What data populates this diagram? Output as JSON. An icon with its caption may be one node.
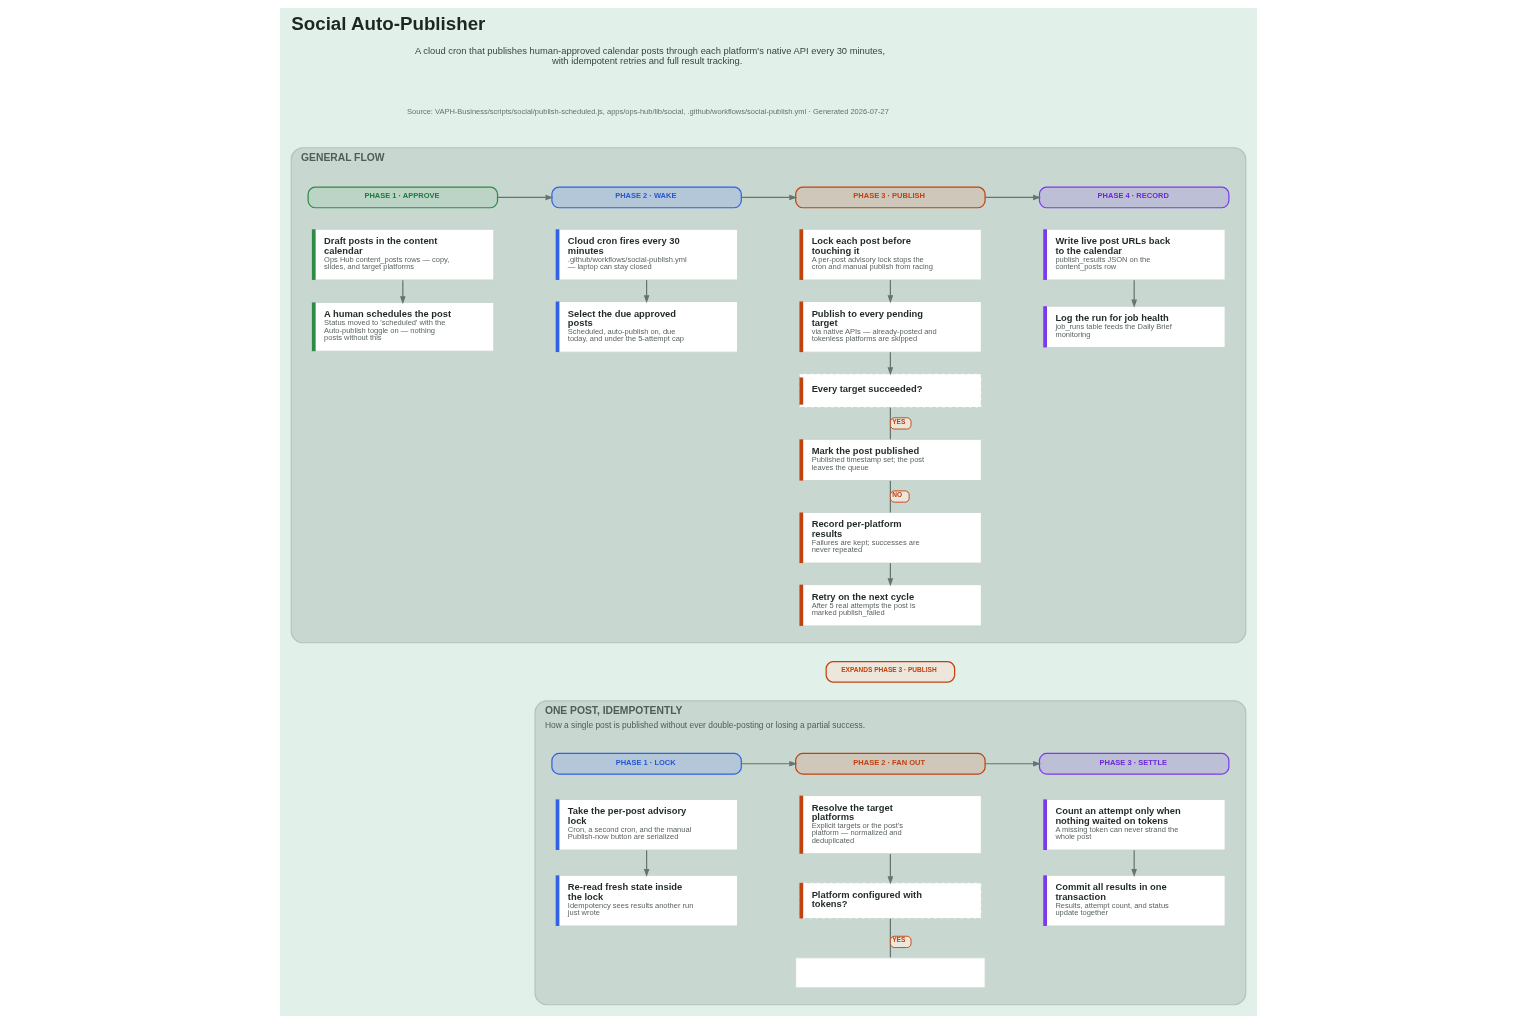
{
  "diagram": {
    "title": "Social Auto-Publisher",
    "nodes": [
      {
        "text": [
          "GENERAL FLOW"
        ]
      },
      {
        "text": [
          "PHASE 1 · APPROVE"
        ],
        "in": 0
      },
      {
        "text": [
          "PHASE 2 · WAKE"
        ],
        "in": 0
      },
      {
        "text": [
          "PHASE 3 · PUBLISH"
        ],
        "in": 0
      },
      {
        "text": [
          "PHASE 4 · RECORD"
        ],
        "in": 0
      },
      {
        "text": [
          "Draft posts in the content calendar",
          "Ops Hub content_posts rows — copy, slides, and target platforms"
        ],
        "in": 0
      },
      {
        "text": [
          "A human schedules the post",
          "Status moved to 'scheduled' with the Auto-publish toggle on — nothing posts without this"
        ],
        "in": 0
      },
      {
        "text": [
          "Cloud cron fires every 30 minutes",
          ".github/workflows/social-publish.yml — laptop can stay closed"
        ],
        "in": 0
      },
      {
        "text": [
          "Select the due approved posts",
          "Scheduled, auto-publish on, due today, and under the 5-attempt cap"
        ],
        "in": 0
      },
      {
        "text": [
          "Lock each post before touching it",
          "A per-post advisory lock stops the cron and manual publish from racing"
        ],
        "in": 0
      },
      {
        "text": [
          "Publish to every pending target",
          "via native APIs — already-posted and tokenless platforms are skipped"
        ],
        "in": 0
      },
      {
        "text": [
          "Every target succeeded?"
        ],
        "in": 0
      },
      {
        "text": [
          "Mark the post published",
          "Published timestamp set; the post leaves the queue"
        ],
        "in": 0
      },
      {
        "text": [
          "Record per-platform results",
          "Failures are kept; successes are never repeated"
        ],
        "in": 0
      },
      {
        "text": [
          "Retry on the next cycle",
          "After 5 real attempts the post is marked publish_failed"
        ],
        "in": 0
      },
      {
        "text": [
          "Write live post URLs back to the calendar",
          "publish_results JSON on the content_posts row"
        ],
        "in": 0
      },
      {
        "text": [
          "Log the run for job health",
          "job_runs table feeds the Daily Brief monitoring"
        ],
        "in": 0
      },
      {
        "text": [
          "ONE POST, IDEMPOTENTLY",
          "How a single post is published without ever double-posting or losing a partial success."
        ]
      },
      {
        "text": [
          "EXPANDS PHASE 3 · PUBLISH"
        ]
      },
      {
        "text": [
          "PHASE 1 · LOCK"
        ],
        "in": 17
      },
      {
        "text": [
          "PHASE 2 · FAN OUT"
        ],
        "in": 17
      },
      {
        "text": [
          "PHASE 3 · SETTLE"
        ],
        "in": 17
      },
      {
        "text": [
          "Take the per-post advisory lock",
          "Cron, a second cron, and the manual Publish-now button are serialized"
        ],
        "in": 17
      },
      {
        "text": [
          "Re-read fresh state inside the lock",
          "Idempotency sees results another run just wrote"
        ],
        "in": 17
      },
      {
        "text": [
          "Resolve the target platforms",
          "Explicit targets or the post's platform — normalized and deduplicated"
        ],
        "in": 17
      },
      {
        "text": [
          "Platform configured with tokens?"
        ],
        "in": 17
      },
      {
        "text": [],
        "shape": "box",
        "in": 17
      },
      {
        "text": [
          "Count an attempt only when nothing waited on tokens",
          "A missing token can never strand the whole post"
        ],
        "in": 17
      },
      {
        "text": [
          "Commit all results in one transaction",
          "Results, attempt count, and status update together"
        ],
        "in": 17
      }
    ],
    "edges": [
      {
        "from": 1,
        "to": 2,
        "arrow": "to"
      },
      {
        "from": 2,
        "to": 3,
        "arrow": "to"
      },
      {
        "from": 3,
        "to": 4,
        "arrow": "to"
      },
      {
        "from": 5,
        "to": 6,
        "arrow": "to"
      },
      {
        "from": 7,
        "to": 8,
        "arrow": "to"
      },
      {
        "from": 9,
        "to": 10,
        "arrow": "to"
      },
      {
        "from": 10,
        "to": 11,
        "arrow": "to"
      },
      {
        "from": 11,
        "to": 12,
        "arrow": "none",
        "label": "YES"
      },
      {
        "from": 12,
        "to": 13,
        "arrow": "none",
        "label": "NO"
      },
      {
        "from": 13,
        "to": 14,
        "arrow": "to"
      },
      {
        "from": 15,
        "to": 16,
        "arrow": "to"
      },
      {
        "from": 19,
        "to": 20,
        "arrow": "to"
      },
      {
        "from": 20,
        "to": 21,
        "arrow": "to"
      },
      {
        "from": 22,
        "to": 23,
        "arrow": "to"
      },
      {
        "from": 24,
        "to": 25,
        "arrow": "to"
      },
      {
        "from": 25,
        "to": 26,
        "arrow": "none",
        "label": "YES"
      },
      {
        "from": 27,
        "to": 28,
        "arrow": "to"
      }
    ],
    "labels": [
      "A cloud cron that publishes human-approved calendar posts through each platform's native API every 30 minutes, with idempotent retries and full result tracking.",
      "Source: VAPH-Business/scripts/social/publish-scheduled.js, apps/ops-hub/lib/social, .github/workflows/social-publish.yml · Generated 2026-07-27"
    ]
  }
}
